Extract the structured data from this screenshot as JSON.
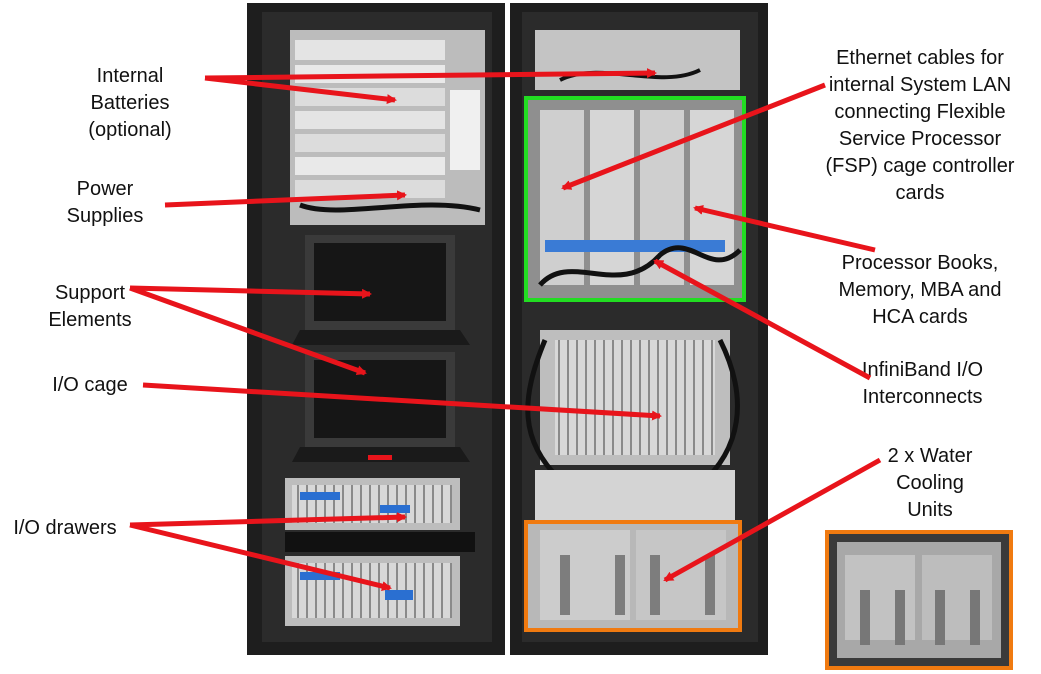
{
  "labels": {
    "internal_batteries": [
      "Internal",
      "Batteries",
      "(optional)"
    ],
    "power_supplies": [
      "Power",
      "Supplies"
    ],
    "support_elements": [
      "Support",
      "Elements"
    ],
    "io_cage": [
      "I/O cage"
    ],
    "io_drawers": [
      "I/O drawers"
    ],
    "ethernet_cables": [
      "Ethernet cables for",
      "internal System LAN",
      "connecting Flexible",
      "Service Processor",
      "(FSP) cage controller",
      "cards"
    ],
    "processor_books": [
      "Processor Books,",
      "Memory, MBA and",
      "HCA cards"
    ],
    "infiniband": [
      "InfiniBand I/O",
      "Interconnects"
    ],
    "water_cooling": [
      "2 x Water",
      "Cooling",
      "Units"
    ]
  },
  "colors": {
    "arrow": "#e8141b",
    "processor_cage_outline": "#22dd22",
    "water_cooling_outline": "#f07a10",
    "rack_frame": "#1e1e1e"
  }
}
